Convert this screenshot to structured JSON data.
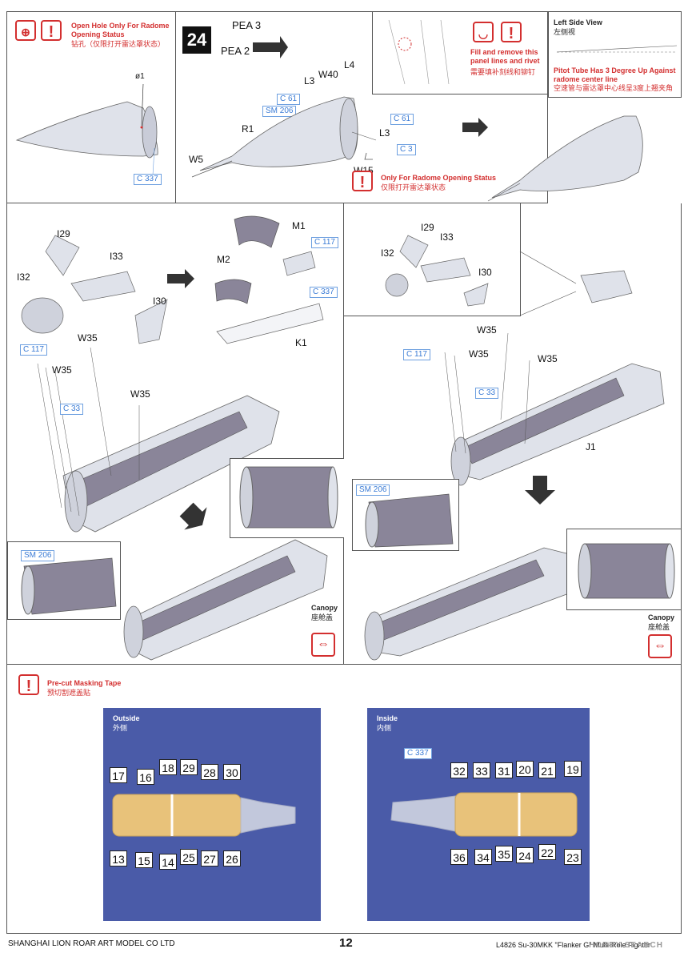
{
  "top_left": {
    "warning_en": "Open Hole Only For Radome Opening Status",
    "warning_cn": "钻孔（仅限打开雷达罩状态）",
    "dimension": "ø1",
    "ref": "C 337"
  },
  "step24": {
    "number": "24",
    "labels": [
      "PEA 3",
      "PEA 2",
      "W40",
      "L4",
      "L3",
      "R1",
      "W5",
      "L3",
      "W15"
    ],
    "refs": [
      "C 61",
      "SM 206",
      "C 61",
      "C 3"
    ],
    "fill_note_en": "Fill and remove this panel lines and rivet",
    "fill_note_cn": "需要填补刻线和铆钉",
    "radome_note_en": "Only For Radome Opening Status",
    "radome_note_cn": "仅限打开雷达罩状态"
  },
  "side_view": {
    "title_en": "Left Side View",
    "title_cn": "左侧视",
    "note_en": "Pitot Tube Has 3 Degree Up Against radome center line",
    "note_cn": "空速管与雷达罩中心线呈3度上翘夹角"
  },
  "mid_left": {
    "labels": [
      "I29",
      "I33",
      "I32",
      "I30",
      "M1",
      "M2",
      "K1",
      "W35",
      "W35",
      "W35"
    ],
    "refs": [
      "C 117",
      "C 337",
      "C 117",
      "C 33",
      "SM 206"
    ],
    "canopy_en": "Canopy",
    "canopy_cn": "座舱盖"
  },
  "mid_right": {
    "labels": [
      "I29",
      "I33",
      "I32",
      "I30",
      "W35",
      "W35",
      "W35",
      "J1"
    ],
    "refs": [
      "C 117",
      "C 33",
      "SM 206"
    ],
    "canopy_en": "Canopy",
    "canopy_cn": "座舱盖"
  },
  "masking": {
    "title_en": "Pre-cut Masking Tape",
    "title_cn": "预切割遮盖贴",
    "outside_en": "Outside",
    "outside_cn": "外侧",
    "inside_en": "Inside",
    "inside_cn": "内侧",
    "inside_ref": "C 337",
    "outside_top": [
      "17",
      "16",
      "18",
      "29",
      "28",
      "30"
    ],
    "outside_bottom": [
      "13",
      "15",
      "14",
      "25",
      "27",
      "26"
    ],
    "inside_top": [
      "32",
      "33",
      "31",
      "20",
      "21",
      "19"
    ],
    "inside_bottom": [
      "36",
      "34",
      "35",
      "24",
      "22",
      "23"
    ]
  },
  "footer": {
    "company": "SHANGHAI LION ROAR ART MODEL CO LTD",
    "page": "12",
    "product": "L4826 Su-30MKK \"Flanker G\" Multi-Role Fighter",
    "watermark": "HOBBY SEARCH"
  },
  "colors": {
    "warning_red": "#d32f2f",
    "ref_blue": "#3a7bd5",
    "photo_bg": "#4a5ba8",
    "tape": "#e8c27a"
  }
}
